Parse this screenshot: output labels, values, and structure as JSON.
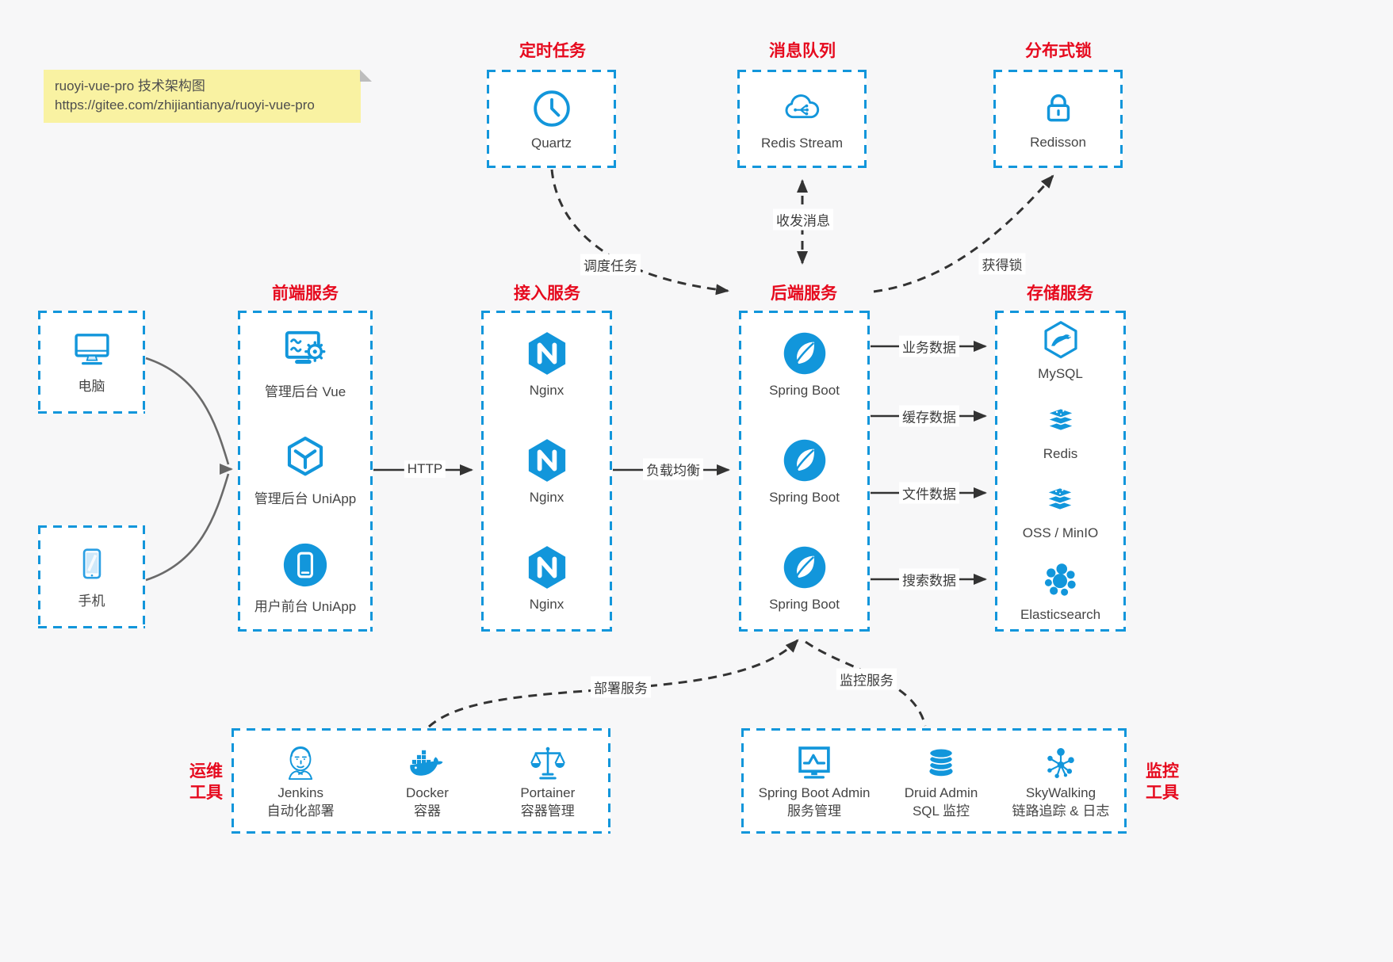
{
  "note": {
    "line1": "ruoyi-vue-pro 技术架构图",
    "line2": "https://gitee.com/zhijiantianya/ruoyi-vue-pro"
  },
  "colors": {
    "blue": "#1296db",
    "red": "#e60a1e",
    "bg": "#f7f7f8",
    "note_bg": "#f9f2a2"
  },
  "groups": {
    "scheduler": {
      "title": "定时任务",
      "item": "Quartz"
    },
    "mq": {
      "title": "消息队列",
      "item": "Redis Stream"
    },
    "lock": {
      "title": "分布式锁",
      "item": "Redisson"
    },
    "clients": {
      "pc": "电脑",
      "mobile": "手机"
    },
    "frontend": {
      "title": "前端服务",
      "items": [
        "管理后台 Vue",
        "管理后台 UniApp",
        "用户前台 UniApp"
      ]
    },
    "gateway": {
      "title": "接入服务",
      "items": [
        "Nginx",
        "Nginx",
        "Nginx"
      ]
    },
    "backend": {
      "title": "后端服务",
      "items": [
        "Spring Boot",
        "Spring Boot",
        "Spring Boot"
      ]
    },
    "storage": {
      "title": "存储服务",
      "items": [
        "MySQL",
        "Redis",
        "OSS / MinIO",
        "Elasticsearch"
      ]
    },
    "devops": {
      "title_line1": "运维",
      "title_line2": "工具",
      "items": [
        {
          "name": "Jenkins",
          "desc": "自动化部署"
        },
        {
          "name": "Docker",
          "desc": "容器"
        },
        {
          "name": "Portainer",
          "desc": "容器管理"
        }
      ]
    },
    "monitoring": {
      "title_line1": "监控",
      "title_line2": "工具",
      "items": [
        {
          "name": "Spring Boot Admin",
          "desc": "服务管理"
        },
        {
          "name": "Druid Admin",
          "desc": "SQL 监控"
        },
        {
          "name": "SkyWalking",
          "desc": "链路追踪 & 日志"
        }
      ]
    }
  },
  "edges": {
    "http": "HTTP",
    "load_balance": "负载均衡",
    "schedule_job": "调度任务",
    "send_receive_message": "收发消息",
    "acquire_lock": "获得锁",
    "business_data": "业务数据",
    "cache_data": "缓存数据",
    "file_data": "文件数据",
    "search_data": "搜索数据",
    "deploy_service": "部署服务",
    "monitor_service": "监控服务"
  }
}
